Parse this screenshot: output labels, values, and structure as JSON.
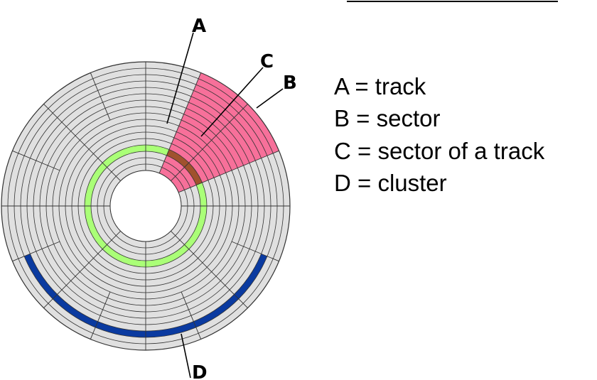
{
  "labels": {
    "a": "A",
    "b": "B",
    "c": "C",
    "d": "D"
  },
  "legend": [
    "A = track",
    "B = sector",
    "C = sector of a track",
    "D = cluster"
  ],
  "colors": {
    "disk": "#e0e0e0",
    "lines": "#333333",
    "track": "#aaff77",
    "sector": "#f7709a",
    "sector_of_track": "#a0522d",
    "cluster": "#0a3aa0"
  }
}
